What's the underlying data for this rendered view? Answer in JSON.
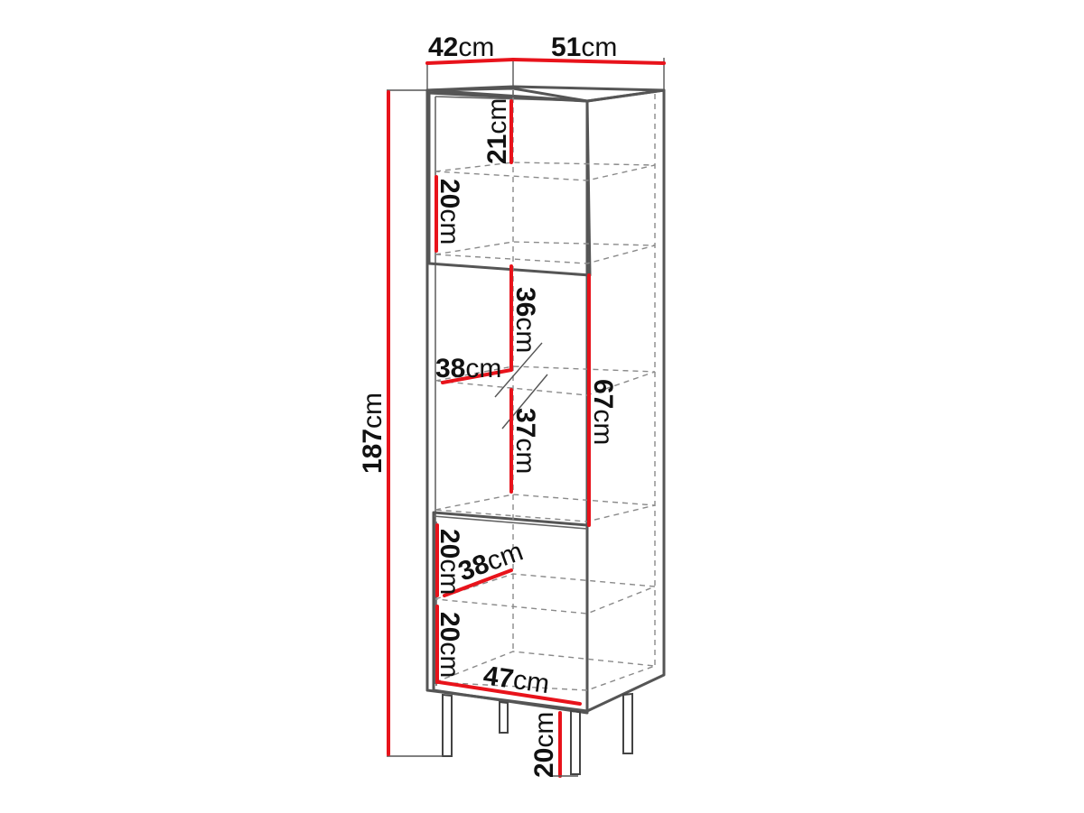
{
  "labels": {
    "depth": {
      "value": "42",
      "unit": "cm"
    },
    "width": {
      "value": "51",
      "unit": "cm"
    },
    "total_height": {
      "value": "187",
      "unit": "cm"
    },
    "top_shelf_upper": {
      "value": "21",
      "unit": "cm"
    },
    "top_shelf_lower": {
      "value": "20",
      "unit": "cm"
    },
    "middle_upper": {
      "value": "36",
      "unit": "cm"
    },
    "middle_depth": {
      "value": "38",
      "unit": "cm"
    },
    "middle_lower": {
      "value": "37",
      "unit": "cm"
    },
    "middle_total": {
      "value": "67",
      "unit": "cm"
    },
    "lower_upper": {
      "value": "20",
      "unit": "cm"
    },
    "lower_depth": {
      "value": "38",
      "unit": "cm"
    },
    "lower_lower": {
      "value": "20",
      "unit": "cm"
    },
    "inner_width": {
      "value": "47",
      "unit": "cm"
    },
    "leg_height": {
      "value": "20",
      "unit": "cm"
    }
  },
  "colors": {
    "dimension_line": "#e8131b",
    "outline": "#555555",
    "text": "#111111"
  }
}
